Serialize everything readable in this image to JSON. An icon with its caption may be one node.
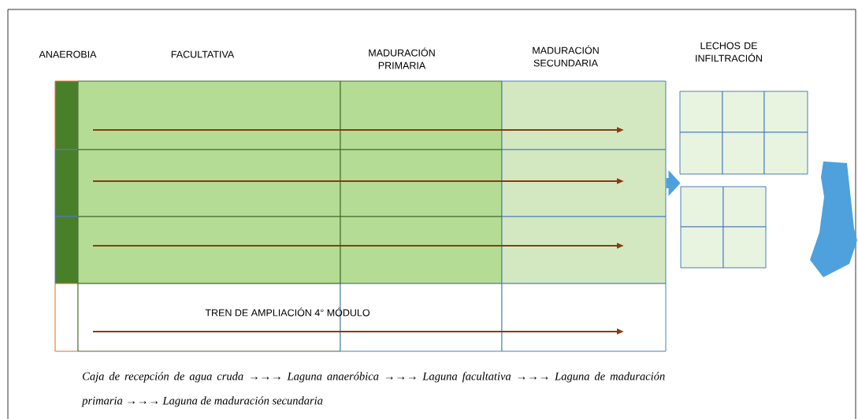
{
  "diagram": {
    "caption": "Caja de recepción de agua cruda →→→ Laguna anaeróbica →→→ Laguna facultativa →→→ Laguna de maduración primaria →→→ Laguna de maduración secundaria",
    "nodes": [
      {
        "text": [],
        "shape": "box"
      },
      {
        "text": [],
        "shape": "box"
      },
      {
        "text": [],
        "shape": "box"
      },
      {
        "text": [],
        "shape": "box"
      },
      {
        "text": [],
        "shape": "box"
      },
      {
        "text": [],
        "shape": "box"
      },
      {
        "text": [],
        "shape": "box"
      },
      {
        "text": [],
        "shape": "box"
      },
      {
        "text": [],
        "shape": "box"
      },
      {
        "text": [],
        "shape": "box"
      },
      {
        "text": [],
        "shape": "box"
      },
      {
        "text": [],
        "shape": "box"
      },
      {
        "text": [],
        "shape": "box"
      },
      {
        "text": [],
        "shape": "box"
      },
      {
        "text": [],
        "shape": "box"
      },
      {
        "text": [],
        "shape": "box"
      },
      {
        "text": [],
        "shape": "box"
      },
      {
        "text": [],
        "shape": "box"
      },
      {
        "text": [],
        "shape": "box"
      },
      {
        "text": [],
        "shape": "box"
      },
      {
        "text": [],
        "shape": "box"
      },
      {
        "text": [],
        "shape": "box"
      },
      {
        "text": [],
        "shape": "box"
      },
      {
        "text": [],
        "shape": "box"
      },
      {
        "text": [],
        "shape": "box"
      },
      {
        "text": [],
        "shape": "box"
      },
      {
        "text": [],
        "shape": "picture"
      }
    ],
    "edges": [
      {
        "from": 1,
        "to": 2,
        "arrow": "none"
      },
      {
        "from": 2,
        "to": 3,
        "arrow": "to"
      },
      {
        "from": 5,
        "to": 6,
        "arrow": "none"
      },
      {
        "from": 6,
        "to": 7,
        "arrow": "to"
      },
      {
        "from": 9,
        "to": 10,
        "arrow": "none"
      },
      {
        "from": 10,
        "to": 11,
        "arrow": "to"
      },
      {
        "from": 13,
        "to": 14,
        "arrow": "none"
      },
      {
        "from": 14,
        "to": 15,
        "arrow": "to"
      },
      {
        "from": 7,
        "to": 22,
        "arrow": "to",
        "style": "thick",
        "color": "#4ea1dc"
      }
    ],
    "labels": [
      "ANAEROBIA",
      "FACULTATIVA",
      "MADURACIÓN PRIMARIA",
      "MADURACIÓN SECUNDARIA",
      "LECHOS DE INFILTRACIÓN",
      "TREN DE AMPLIACIÓN 4° MÓDULO"
    ]
  }
}
